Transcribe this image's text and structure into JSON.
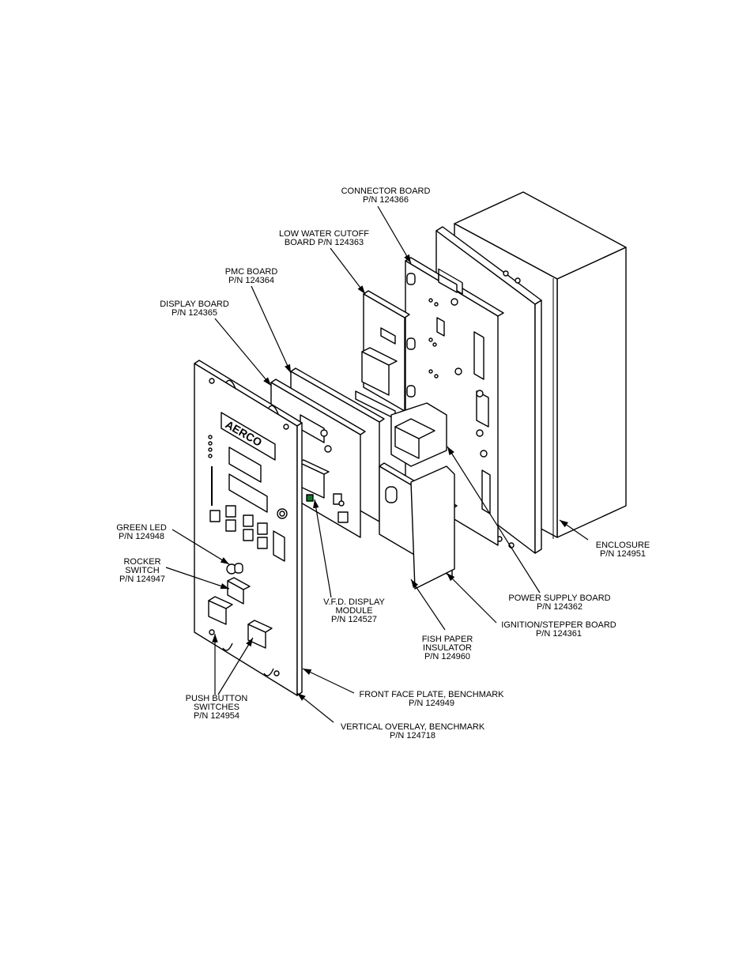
{
  "logo_text": "AERCO",
  "callouts": {
    "connector_board": {
      "line1": "CONNECTOR BOARD",
      "line2": "P/N 124366"
    },
    "low_water_cutoff": {
      "line1": "LOW WATER CUTOFF",
      "line2": "BOARD P/N 124363"
    },
    "pmc_board": {
      "line1": "PMC BOARD",
      "line2": "P/N 124364"
    },
    "display_board": {
      "line1": "DISPLAY BOARD",
      "line2": "P/N 124365"
    },
    "green_led": {
      "line1": "GREEN LED",
      "line2": "P/N 124948"
    },
    "rocker_switch": {
      "line1": "ROCKER",
      "line2": "SWITCH",
      "line3": "P/N 124947"
    },
    "vfd_display": {
      "line1": "V.F.D. DISPLAY",
      "line2": "MODULE",
      "line3": "P/N 124527"
    },
    "fish_paper": {
      "line1": "FISH PAPER",
      "line2": "INSULATOR",
      "line3": "P/N 124960"
    },
    "push_button": {
      "line1": "PUSH BUTTON",
      "line2": "SWITCHES",
      "line3": "P/N 124954"
    },
    "front_face_plate": {
      "line1": "FRONT FACE PLATE, BENCHMARK",
      "line2": "P/N 124949"
    },
    "vertical_overlay": {
      "line1": "VERTICAL OVERLAY, BENCHMARK",
      "line2": "P/N 124718"
    },
    "power_supply": {
      "line1": "POWER SUPPLY BOARD",
      "line2": "P/N 124362"
    },
    "ignition_stepper": {
      "line1": "IGNITION/STEPPER BOARD",
      "line2": "P/N 124361"
    },
    "enclosure": {
      "line1": "ENCLOSURE",
      "line2": "P/N 124951"
    }
  }
}
